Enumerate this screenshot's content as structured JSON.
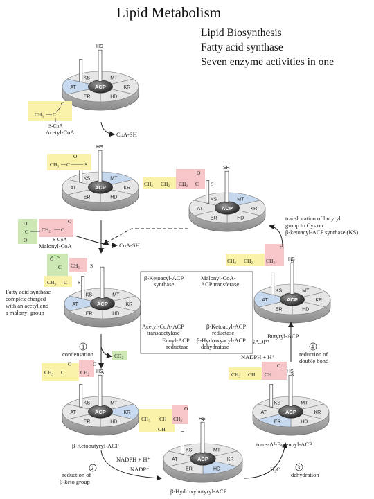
{
  "header": {
    "title": "Lipid Metabolism",
    "subtitle_1": "Lipid Biosynthesis",
    "subtitle_2": "Fatty acid synthase",
    "subtitle_3": "Seven enzyme activities in one"
  },
  "wheel": {
    "ks": "KS",
    "mt": "MT",
    "kr": "KR",
    "hd": "HD",
    "er": "ER",
    "at": "AT",
    "acp": "ACP",
    "hs": "HS",
    "sh": "SH",
    "s": "S"
  },
  "chem": {
    "ch3": "CH₃",
    "ch2": "CH₂",
    "c": "C",
    "o": "O",
    "s": "S",
    "ch": "CH",
    "oh": "OH",
    "scoa": "S-CoA"
  },
  "labels": {
    "acetyl_coa": "Acetyl-CoA",
    "coa_sh_1": "CoA-SH",
    "malonyl_coa": "Malonyl-CoA",
    "coa_sh_2": "CoA-SH",
    "complex_1": "Fatty acid synthase",
    "complex_2": "complex charged",
    "complex_3": "with an acetyl and",
    "complex_4": "a malonyl group",
    "step1_num": "1",
    "condensation": "condensation",
    "co2": "CO₂",
    "ketobutyryl": "β-Ketobutyryl-ACP",
    "step2_num": "2",
    "nadph_1": "NADPH + H⁺",
    "nadp_1": "NADP⁺",
    "reduction_keto_1": "reduction of",
    "reduction_keto_2": "β-keto group",
    "hydroxybutyryl": "β-Hydroxybutyryl-ACP",
    "step3_num": "3",
    "h2o": "H₂O",
    "dehydration": "dehydration",
    "butenoyl": "trans-Δ²-Butenoyl-ACP",
    "step4_num": "4",
    "nadph_2": "NADPH + H⁺",
    "nadp_2": "NADP⁺",
    "reduction_double_1": "reduction of",
    "reduction_double_2": "double bond",
    "butyryl": "Butyryl-ACP",
    "transloc_1": "translocation of butyryl",
    "transloc_2": "group to Cys on",
    "transloc_3": "β-ketoacyl-ACP synthase (KS)"
  },
  "legend": {
    "ks_1": "β-Ketoacyl-ACP",
    "ks_2": "synthase",
    "mt_1": "Malonyl-CoA-",
    "mt_2": "ACP transferase",
    "at_1": "Acetyl-CoA-ACP",
    "at_2": "transacetylase",
    "kr_1": "β-Ketoacyl-ACP",
    "kr_2": "reductase",
    "er_1": "Enoyl-ACP",
    "er_2": "reductase",
    "hd_1": "β-Hydroxyacyl-ACP",
    "hd_2": "dehydratase"
  },
  "colors": {
    "yellow": "#f9f2a8",
    "pink": "#f6c6c8",
    "green": "#cde8b4",
    "blue": "#c6d9ef"
  }
}
